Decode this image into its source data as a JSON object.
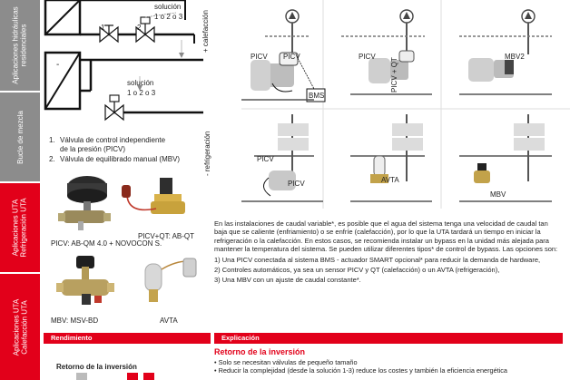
{
  "sidebar": {
    "band1": "Aplicaciones hidráulicas\nresidenciales",
    "band2": "Bucle de mezcla",
    "band3": "Aplicaciones UTA\nRefrigeración UTA",
    "band4": "Aplicaciones UTA\nCalefacción UTA"
  },
  "left_diagram": {
    "num_1": "1",
    "num_2": "2",
    "sol1_line1": "solución",
    "sol1_line2": "1 o 2 o 3",
    "minus_sign": "-",
    "sol2_line1": "solución",
    "sol2_line2": "1 o 2 o 3"
  },
  "legend": {
    "item1_num": "1.",
    "item1_text1": "Válvula de control independiente",
    "item1_text2": "de la presión (PICV)",
    "item2_num": "2.",
    "item2_text": "Válvula de equilibrado manual (MBV)"
  },
  "products": {
    "p1": "PICV: AB-QM 4.0 + NOVOCON S.",
    "p2": "PICV+QT: AB-QT",
    "p3": "MBV: MSV-BD",
    "p4": "AVTA"
  },
  "schematic": {
    "heating_label": "+ calefacción",
    "cooling_label": "- refrigeración",
    "picv": "PICV",
    "bms": "BMS",
    "picv_qt": "PICV + QT",
    "mbv2": "MBV2",
    "avta": "AVTA",
    "mbv": "MBV"
  },
  "body": {
    "p1": "En las instalaciones de caudal variable*, es posible que el agua del sistema tenga una velocidad de caudal tan baja que se caliente (enfriamiento) o se enfríe (calefacción), por lo que la UTA tardará un tiempo en iniciar la refrigeración o la calefacción. En estos casos, se recomienda instalar un bypass en la unidad más alejada para mantener la temperatura del sistema. Se pueden utilizar diferentes tipos* de control de bypass. Las opciones son:",
    "o1": "1) Una PICV conectada al sistema BMS - actuador SMART opcional* para reducir la demanda de hardware,",
    "o2": "2) Controles automáticos, ya sea un sensor PICV y QT (calefacción) o un AVTA (refrigeración),",
    "o3": "3) Una MBV con un ajuste de caudal constante*."
  },
  "bottom": {
    "rendimiento": "Rendimiento",
    "explicacion": "Explicación",
    "retorno_inversion_small": "Retorno de la inversión",
    "retorno_heading": "Retorno de la inversión",
    "bullet1": "Solo se necesitan válvulas de pequeño tamaño",
    "bullet2": "Reducir la complejidad (desde la solución 1-3) reduce los costes y también la eficiencia energética"
  }
}
